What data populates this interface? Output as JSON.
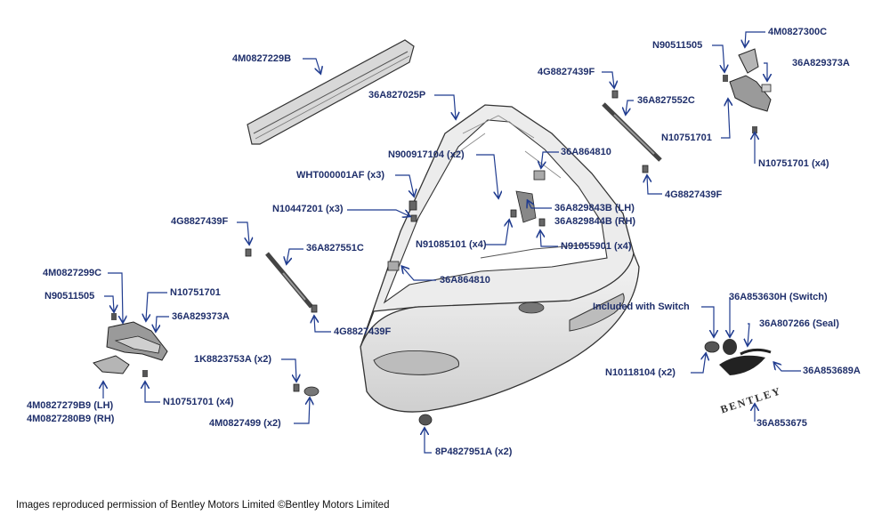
{
  "labels": {
    "spoiler": "4M0827229B",
    "tailgate": "36A827025P",
    "n900917104": "N900917104 (x2)",
    "wht000001af": "WHT000001AF (x3)",
    "n10447201": "N10447201 (x3)",
    "g4_827439f_top": "4G8827439F",
    "a827552c": "36A827552C",
    "a864810_top": "36A864810",
    "g4_827439f_right": "4G8827439F",
    "a829843b": "36A829843B (LH)",
    "a829844b": "36A829844B (RH)",
    "n91085101": "N91085101 (x4)",
    "n91055901": "N91055901 (x4)",
    "g4_827439f_left": "4G8827439F",
    "a827551c": "36A827551C",
    "a864810_bottom": "36A864810",
    "g4_827439f_lower": "4G8827439F",
    "m0827299c": "4M0827299C",
    "n90511505_left": "N90511505",
    "n10751701_left": "N10751701",
    "a829373a_left": "36A829373A",
    "m0827279b9": "4M0827279B9 (LH)",
    "m0827280b9": "4M0827280B9 (RH)",
    "n10751701_x4_left": "N10751701 (x4)",
    "k8823753a": "1K8823753A (x2)",
    "m0827499": "4M0827499 (x2)",
    "p4827951a": "8P4827951A (x2)",
    "n90511505_right": "N90511505",
    "m0827300c": "4M0827300C",
    "a829373a_right": "36A829373A",
    "n10751701_right": "N10751701",
    "n10751701_x4_right": "N10751701 (x4)",
    "included": "Included with Switch",
    "a853630h": "36A853630H (Switch)",
    "a807266": "36A807266 (Seal)",
    "n10118104": "N10118104 (x2)",
    "a853689a": "36A853689A",
    "a853675": "36A853675"
  },
  "logo_text": "BENTLEY",
  "footer": "Images reproduced permission of Bentley Motors Limited ©Bentley Motors Limited",
  "colors": {
    "label": "#1f2f6b",
    "arrow": "#1f3b8f",
    "line": "#333333"
  }
}
